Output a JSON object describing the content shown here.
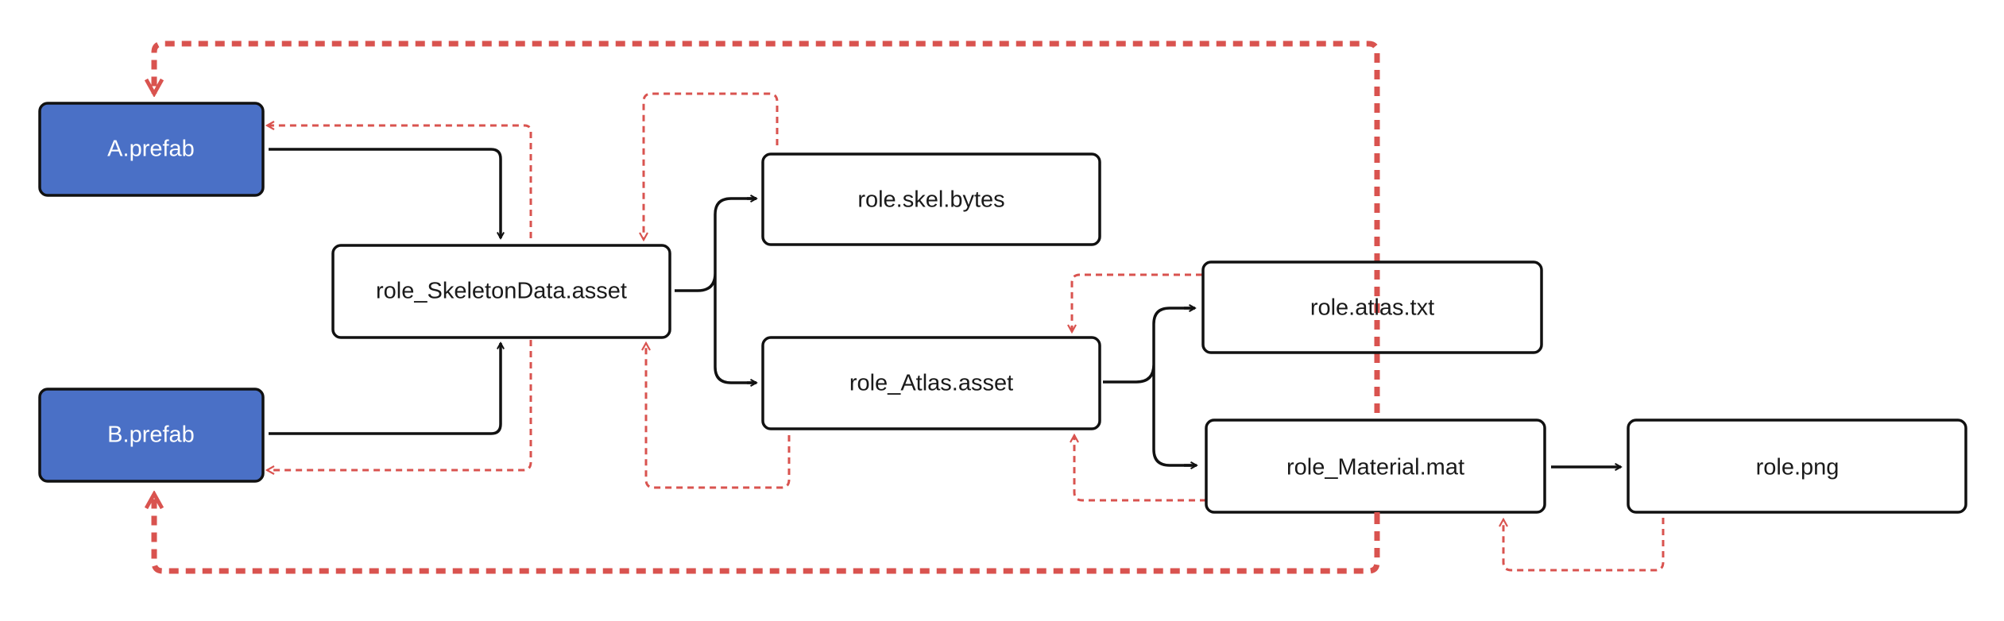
{
  "nodes": {
    "a_prefab": {
      "label": "A.prefab"
    },
    "b_prefab": {
      "label": "B.prefab"
    },
    "skeleton_data": {
      "label": "role_SkeletonData.asset"
    },
    "skel_bytes": {
      "label": "role.skel.bytes"
    },
    "atlas_asset": {
      "label": "role_Atlas.asset"
    },
    "atlas_txt": {
      "label": "role.atlas.txt"
    },
    "material": {
      "label": "role_Material.mat"
    },
    "png": {
      "label": "role.png"
    }
  },
  "colors": {
    "prefab_fill": "#4a70c6",
    "node_stroke": "#111111",
    "dependency_arrow": "#111111",
    "reference_arrow": "#d9534f"
  },
  "legend_semantics": {
    "solid_black": "dependency",
    "dashed_red": "reverse reference"
  }
}
